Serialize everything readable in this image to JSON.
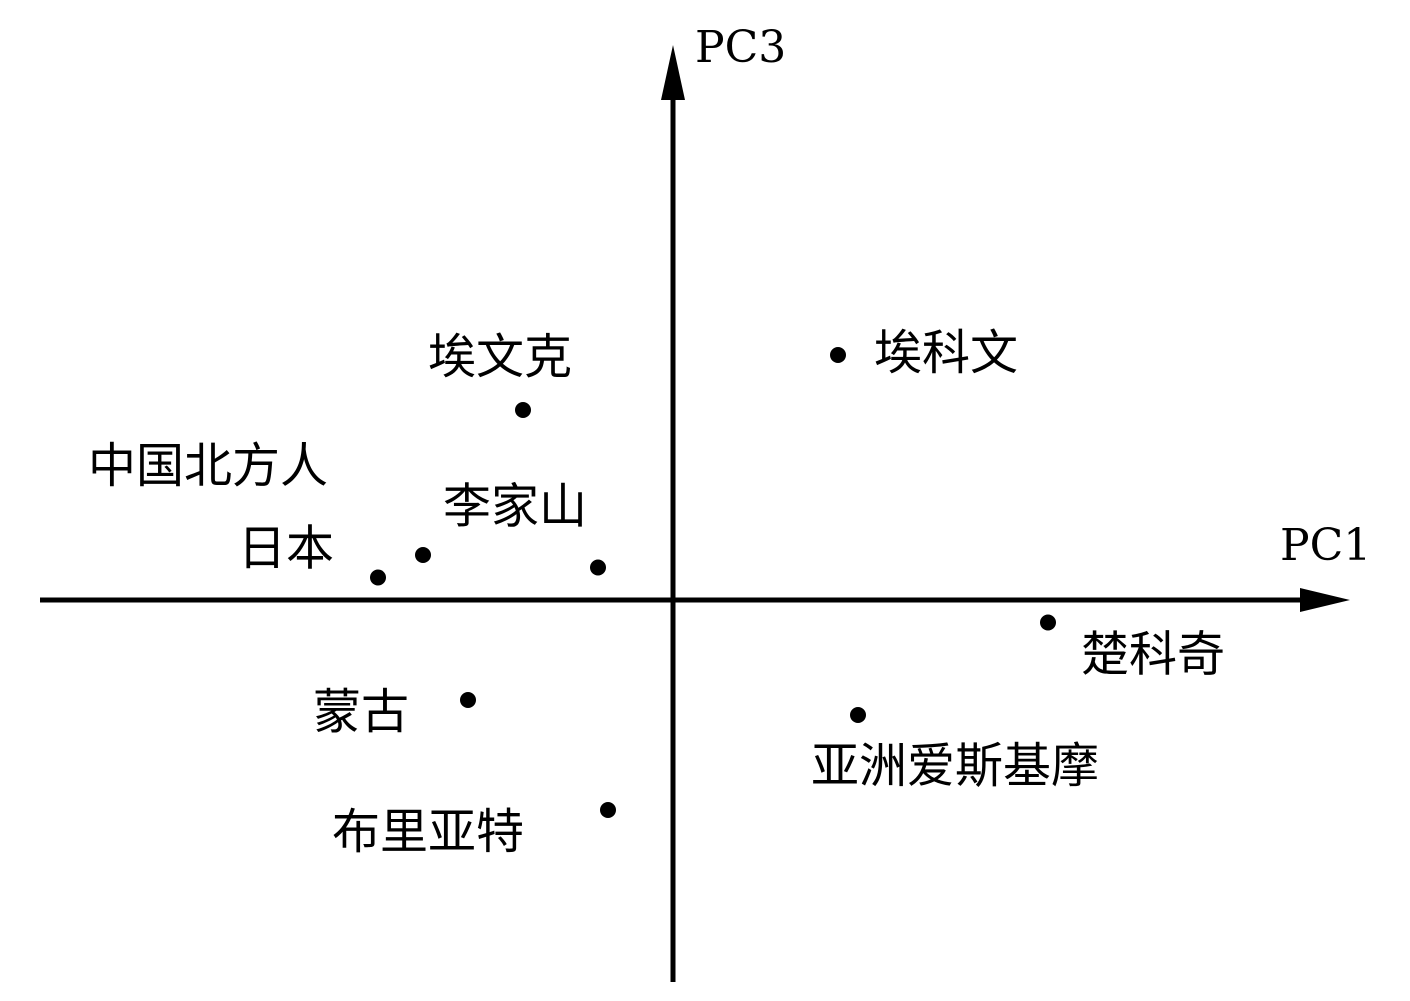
{
  "chart_data": {
    "type": "scatter",
    "xlabel": "PC1",
    "ylabel": "PC3",
    "grid": false,
    "legend": "none",
    "colors": {
      "axis": "#000000",
      "point": "#000000",
      "text": "#000000"
    },
    "points": [
      {
        "label": "埃科文",
        "x": 3.3,
        "y": 4.9
      },
      {
        "label": "埃文克",
        "x": -3.0,
        "y": 3.8
      },
      {
        "label": "中国北方人",
        "x": -5.0,
        "y": 0.9
      },
      {
        "label": "日本",
        "x": -5.9,
        "y": 0.45
      },
      {
        "label": "李家山",
        "x": -1.5,
        "y": 0.65
      },
      {
        "label": "楚科奇",
        "x": 7.5,
        "y": -0.45
      },
      {
        "label": "蒙古",
        "x": -4.1,
        "y": -2.0
      },
      {
        "label": "亚洲爱斯基摩",
        "x": 3.7,
        "y": -2.3
      },
      {
        "label": "布里亚特",
        "x": -1.3,
        "y": -4.2
      }
    ]
  }
}
